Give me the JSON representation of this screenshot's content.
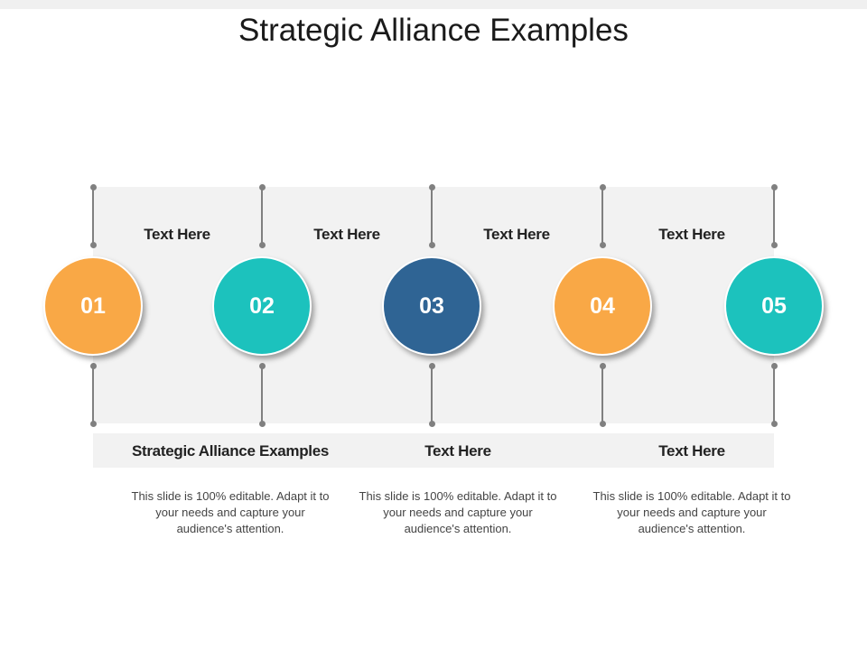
{
  "title": "Strategic Alliance Examples",
  "colors": {
    "orange": "#f9a846",
    "teal": "#1cc2bd",
    "navy": "#2f6494",
    "line": "#808080",
    "band": "#f2f2f2"
  },
  "circles": [
    {
      "number": "01",
      "color": "#f9a846"
    },
    {
      "number": "02",
      "color": "#1cc2bd"
    },
    {
      "number": "03",
      "color": "#2f6494"
    },
    {
      "number": "04",
      "color": "#f9a846"
    },
    {
      "number": "05",
      "color": "#1cc2bd"
    }
  ],
  "top_labels": [
    "Text Here",
    "Text Here",
    "Text Here",
    "Text Here"
  ],
  "bottom_headings": [
    "Strategic Alliance Examples",
    "Text Here",
    "Text Here"
  ],
  "descriptions": [
    "This slide is 100% editable. Adapt it to your needs and capture your audience's attention.",
    "This slide is 100% editable. Adapt it to your needs and capture your audience's attention.",
    "This slide is 100% editable. Adapt it to your needs and capture your audience's attention."
  ]
}
